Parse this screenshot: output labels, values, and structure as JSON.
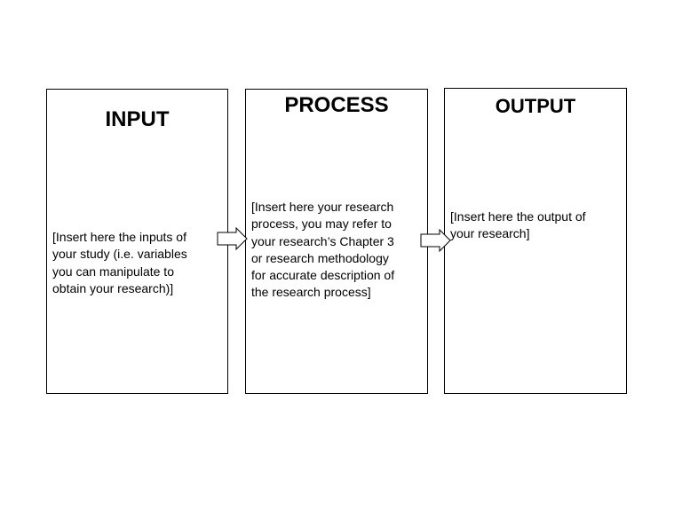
{
  "input": {
    "title": "INPUT",
    "text": "[Insert here the inputs of\nyour study (i.e. variables\nyou can manipulate to\nobtain your research)]"
  },
  "process": {
    "title": "PROCESS",
    "text": "[Insert here your research\nprocess, you may refer to\nyour research’s Chapter 3\nor research methodology\nfor accurate description of\nthe research process]"
  },
  "output": {
    "title": "OUTPUT",
    "text": "[Insert here the output of\nyour research]"
  },
  "colors": {
    "border": "#000000",
    "background": "#ffffff"
  }
}
